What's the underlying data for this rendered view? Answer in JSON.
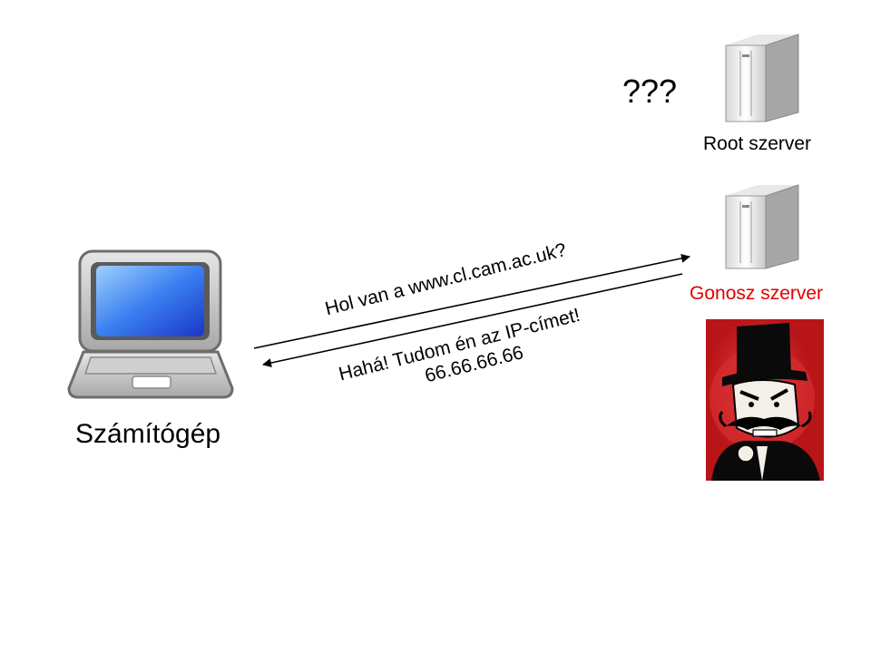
{
  "nodes": {
    "computer": {
      "label": "Számítógép",
      "icon": "laptop-icon"
    },
    "root_server": {
      "label": "Root szerver",
      "icon": "server-tower-icon",
      "status": "???"
    },
    "evil_server": {
      "label": "Gonosz szerver",
      "icon": "server-tower-icon",
      "label_color": "#e00000"
    }
  },
  "messages": {
    "query": "Hol van a www.cl.cam.ac.uk?",
    "reply_line1": "Hahá! Tudom én az IP-címet!",
    "reply_line2": "66.66.66.66"
  },
  "villain_image": {
    "icon": "villain-icon",
    "background_color": "#c8191c"
  }
}
